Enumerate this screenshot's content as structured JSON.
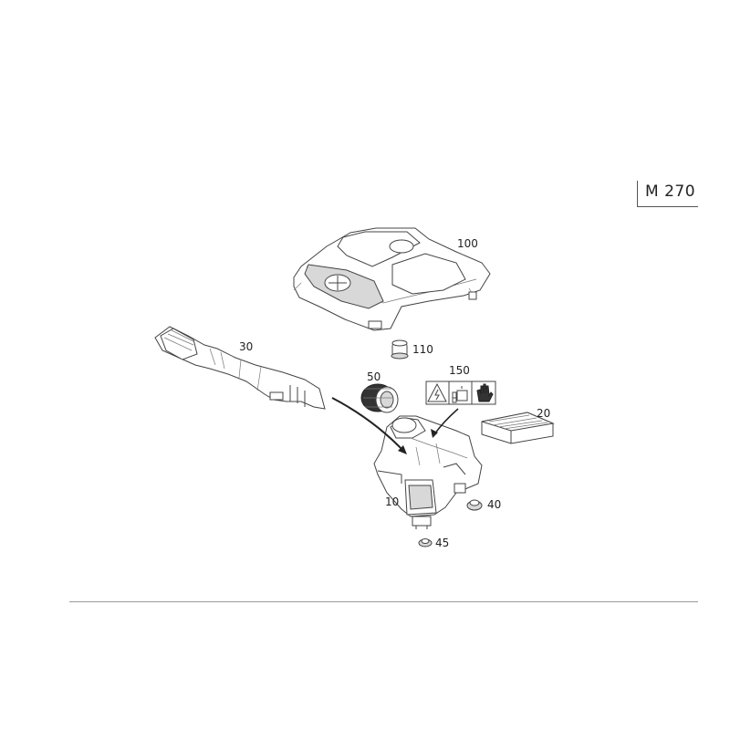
{
  "model_code": "M 270",
  "callouts": {
    "p100": "100",
    "p110": "110",
    "p30": "30",
    "p50": "50",
    "p150": "150",
    "p20": "20",
    "p10": "10",
    "p40": "40",
    "p45": "45"
  },
  "icon_names": [
    "electric-hazard-icon",
    "manual-book-icon",
    "hand-protection-icon"
  ]
}
